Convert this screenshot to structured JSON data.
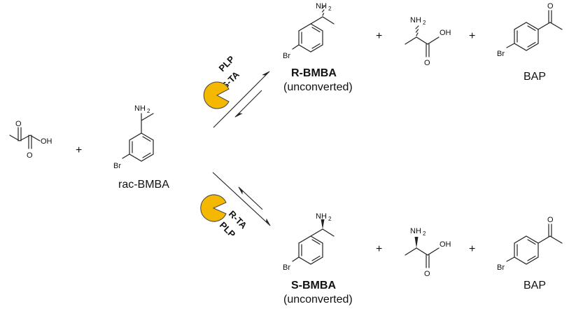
{
  "scheme": {
    "atoms": {
      "oh": "OH",
      "o": "O",
      "br": "Br",
      "nh": "NH",
      "two": "2"
    },
    "plus": "+",
    "reactants": {
      "amine_label": "rac-BMBA"
    },
    "top_reaction": {
      "cofactor": "PLP",
      "enzyme": "S-TA",
      "product_amine_label": "R-BMBA",
      "product_amine_note": "(unconverted)",
      "ketone_label": "BAP"
    },
    "bottom_reaction": {
      "enzyme": "R-TA",
      "cofactor": "PLP",
      "product_amine_label": "S-BMBA",
      "product_amine_note": "(unconverted)",
      "ketone_label": "BAP"
    },
    "colors": {
      "enzyme_fill": "#F5B800",
      "enzyme_stroke": "#444444",
      "ink": "#111111"
    },
    "icons": [
      "pacman-enzyme-icon"
    ]
  }
}
